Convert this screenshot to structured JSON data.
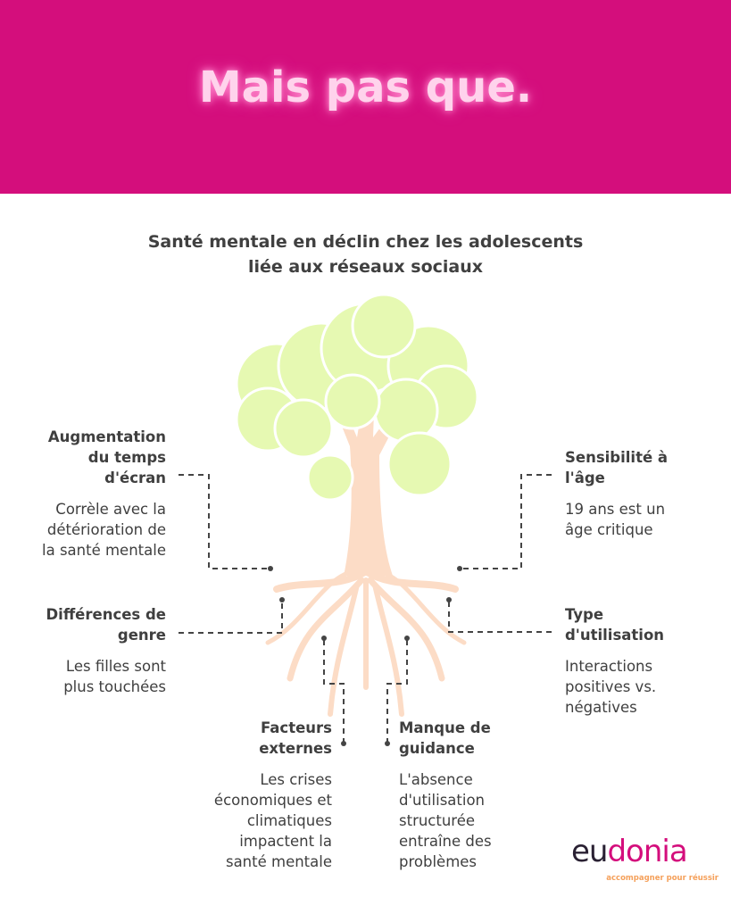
{
  "header": {
    "title": "Mais pas que."
  },
  "subtitle": {
    "line1": "Santé mentale en déclin chez les adolescents",
    "line2": "liée aux réseaux sociaux"
  },
  "factors": [
    {
      "title": [
        "Augmentation",
        "du temps",
        "d'écran"
      ],
      "desc": [
        "Corrèle avec la",
        "détérioration de",
        "la santé mentale"
      ]
    },
    {
      "title": [
        "Sensibilité à",
        "l'âge"
      ],
      "desc": [
        "19 ans est un",
        "âge critique"
      ]
    },
    {
      "title": [
        "Différences de",
        "genre"
      ],
      "desc": [
        "Les filles sont",
        "plus touchées"
      ]
    },
    {
      "title": [
        "Type",
        "d'utilisation"
      ],
      "desc": [
        "Interactions",
        "positives vs.",
        "négatives"
      ]
    },
    {
      "title": [
        "Facteurs",
        "externes"
      ],
      "desc": [
        "Les crises",
        "économiques et",
        "climatiques",
        "impactent la",
        "santé mentale"
      ]
    },
    {
      "title": [
        "Manque de",
        "guidance"
      ],
      "desc": [
        "L'absence",
        "d'utilisation",
        "structurée",
        "entraîne des",
        "problèmes"
      ]
    }
  ],
  "logo": {
    "part1": "eu",
    "part2": "donia",
    "tagline": "accompagner pour réussir"
  },
  "colors": {
    "header": "#d40e7c",
    "canopy": "#e6f9b2",
    "trunk": "#fcdcc6"
  }
}
